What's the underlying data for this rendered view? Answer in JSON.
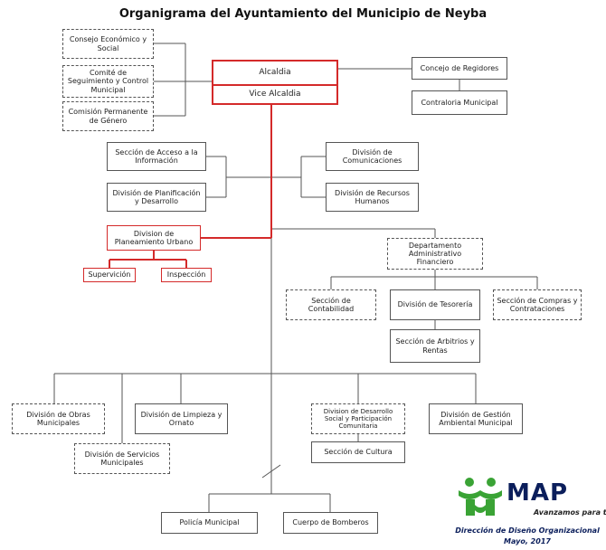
{
  "title": "Organigrama del Ayuntamiento del Municipio de Neyba",
  "nodes": {
    "consejo_economico": "Consejo Económico y Social",
    "comite_seguimiento": "Comité de Seguimiento y Control Municipal",
    "comision_genero": "Comisión Permanente de Género",
    "alcaldia": "Alcaldia",
    "vice_alcaldia": "Vice Alcaldia",
    "concejo_regidores": "Concejo de Regidores",
    "contraloria": "Contraloria Municipal",
    "acceso_informacion": "Sección de Acceso a la Información",
    "planificacion": "División de Planificación y Desarrollo",
    "comunicaciones": "División de Comunicaciones",
    "recursos_humanos": "División de Recursos Humanos",
    "planeamiento_urbano": "Division de Planeamiento Urbano",
    "supervicion": "Supervición",
    "inspeccion": "Inspección",
    "administrativo_financiero": "Departamento Administrativo Financiero",
    "contabilidad": "Sección de Contabilidad",
    "tesoreria": "División de Tesorería",
    "compras": "Sección de Compras y Contrataciones",
    "arbitrios": "Sección de Arbitrios y Rentas",
    "obras_municipales": "División de Obras Municipales",
    "limpieza": "División de Limpieza y Ornato",
    "servicios_municipales": "División de Servicios Municipales",
    "desarrollo_social": "Division de Desarrollo Social y Participación Comunitaria",
    "gestion_ambiental": "División de Gestión Ambiental Municipal",
    "cultura": "Sección de Cultura",
    "policia": "Policía Municipal",
    "bomberos": "Cuerpo de Bomberos"
  },
  "logo": {
    "brand": "MAP",
    "tagline": "Avanzamos para ti",
    "footer_line1": "Dirección de Diseño Organizacional",
    "footer_line2": "Mayo, 2017",
    "colors": {
      "green": "#3aa335",
      "navy": "#0b1e5b"
    }
  },
  "colors": {
    "highlight": "#d42a2a",
    "line": "#555555"
  }
}
